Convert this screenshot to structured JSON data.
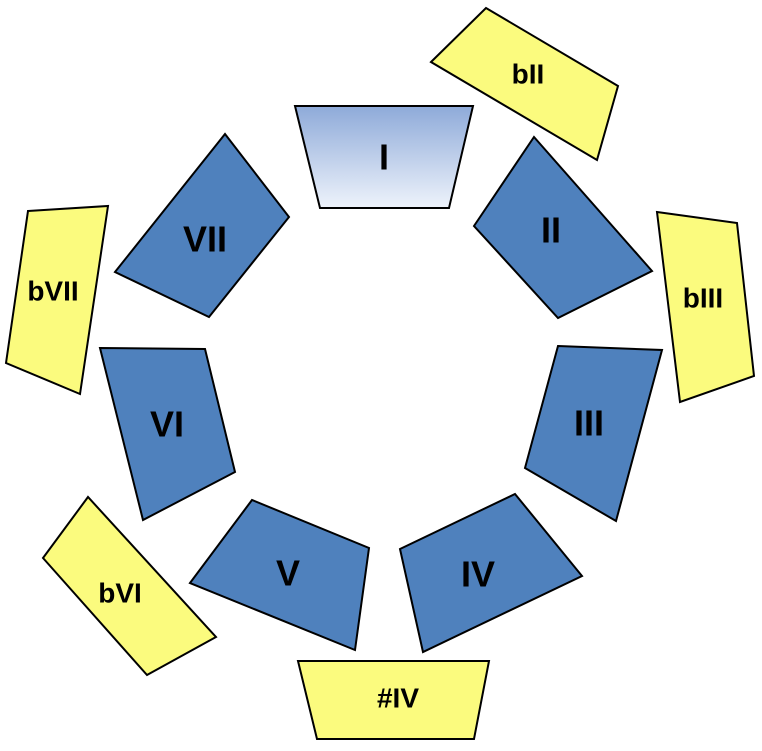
{
  "colors": {
    "diatonic_fill": "#4f81bd",
    "tonic_gradient_top": "#8eaad9",
    "tonic_gradient_bottom": "#eef3fb",
    "chromatic_fill": "#fbfb7e",
    "outline": "#000000"
  },
  "diatonic_degrees": [
    {
      "id": "I",
      "label": "I",
      "highlight": true
    },
    {
      "id": "II",
      "label": "II"
    },
    {
      "id": "III",
      "label": "III"
    },
    {
      "id": "IV",
      "label": "IV"
    },
    {
      "id": "V",
      "label": "V"
    },
    {
      "id": "VI",
      "label": "VI"
    },
    {
      "id": "VII",
      "label": "VII"
    }
  ],
  "chromatic_degrees": [
    {
      "id": "bII",
      "label": "bII"
    },
    {
      "id": "bIII",
      "label": "bIII"
    },
    {
      "id": "sharpIV",
      "label": "#IV"
    },
    {
      "id": "bVI",
      "label": "bVI"
    },
    {
      "id": "bVII",
      "label": "bVII"
    }
  ]
}
